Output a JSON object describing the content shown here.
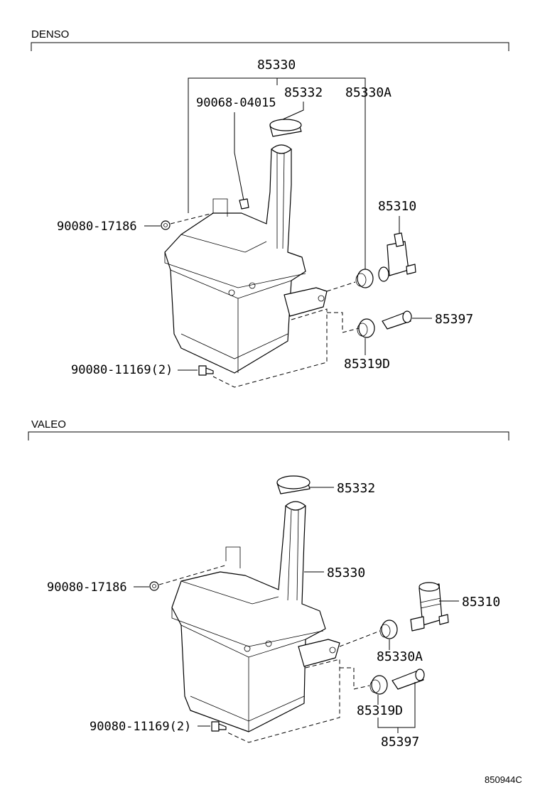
{
  "sections": {
    "denso": {
      "title": "DENSO",
      "parts": {
        "assembly": "85330",
        "cap": "85332",
        "reservoir_a": "85330A",
        "clip": "90068-04015",
        "nut": "90080-17186",
        "pump": "85310",
        "joint": "85397",
        "grommet": "85319D",
        "bolt": "90080-11169(2)"
      }
    },
    "valeo": {
      "title": "VALEO",
      "parts": {
        "cap": "85332",
        "tank": "85330",
        "nut": "90080-17186",
        "pump": "85310",
        "grommet_a": "85330A",
        "grommet": "85319D",
        "joint": "85397",
        "bolt": "90080-11169(2)"
      }
    }
  },
  "figure_ref": "850944C"
}
